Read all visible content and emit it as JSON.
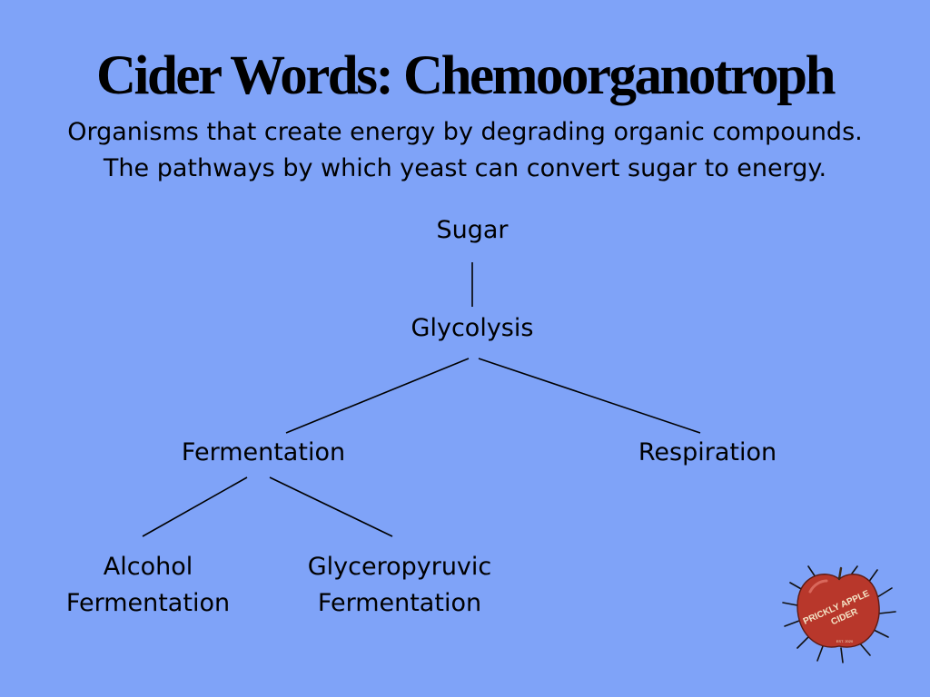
{
  "slide": {
    "title": "Cider Words: Chemoorganotroph",
    "subtitle_lines": [
      "Organisms that create energy by degrading organic compounds.",
      "The pathways by which yeast can convert sugar to energy."
    ]
  },
  "tree": {
    "sugar": "Sugar",
    "glycolysis": "Glycolysis",
    "fermentation": "Fermentation",
    "respiration": "Respiration",
    "alcohol_fermentation": [
      "Alcohol",
      "Fermentation"
    ],
    "glyceropyruvic_fermentation": [
      "Glyceropyruvic",
      "Fermentation"
    ]
  },
  "logo": {
    "line1": "PRICKLY APPLE",
    "line2": "CIDER",
    "small": "EST. 2020"
  },
  "colors": {
    "background": "#7fa3f8",
    "text": "#000000",
    "apple": "#b8372b"
  }
}
